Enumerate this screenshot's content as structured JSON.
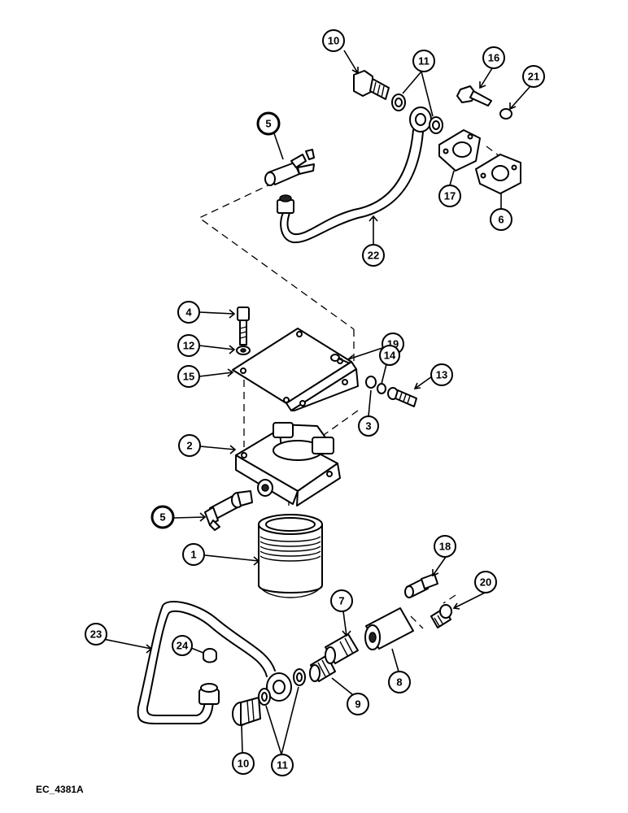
{
  "callouts": [
    {
      "id": "10a",
      "label": "10"
    },
    {
      "id": "11a",
      "label": "11"
    },
    {
      "id": "16",
      "label": "16"
    },
    {
      "id": "21",
      "label": "21"
    },
    {
      "id": "5a",
      "label": "5"
    },
    {
      "id": "17",
      "label": "17"
    },
    {
      "id": "6",
      "label": "6"
    },
    {
      "id": "22",
      "label": "22"
    },
    {
      "id": "4",
      "label": "4"
    },
    {
      "id": "12",
      "label": "12"
    },
    {
      "id": "15",
      "label": "15"
    },
    {
      "id": "19",
      "label": "19"
    },
    {
      "id": "14",
      "label": "14"
    },
    {
      "id": "13",
      "label": "13"
    },
    {
      "id": "3",
      "label": "3"
    },
    {
      "id": "2",
      "label": "2"
    },
    {
      "id": "5b",
      "label": "5"
    },
    {
      "id": "1",
      "label": "1"
    },
    {
      "id": "18",
      "label": "18"
    },
    {
      "id": "20",
      "label": "20"
    },
    {
      "id": "7",
      "label": "7"
    },
    {
      "id": "23",
      "label": "23"
    },
    {
      "id": "24",
      "label": "24"
    },
    {
      "id": "8",
      "label": "8"
    },
    {
      "id": "9",
      "label": "9"
    },
    {
      "id": "11b",
      "label": "11"
    },
    {
      "id": "10b",
      "label": "10"
    }
  ],
  "reference": "EC_4381A"
}
